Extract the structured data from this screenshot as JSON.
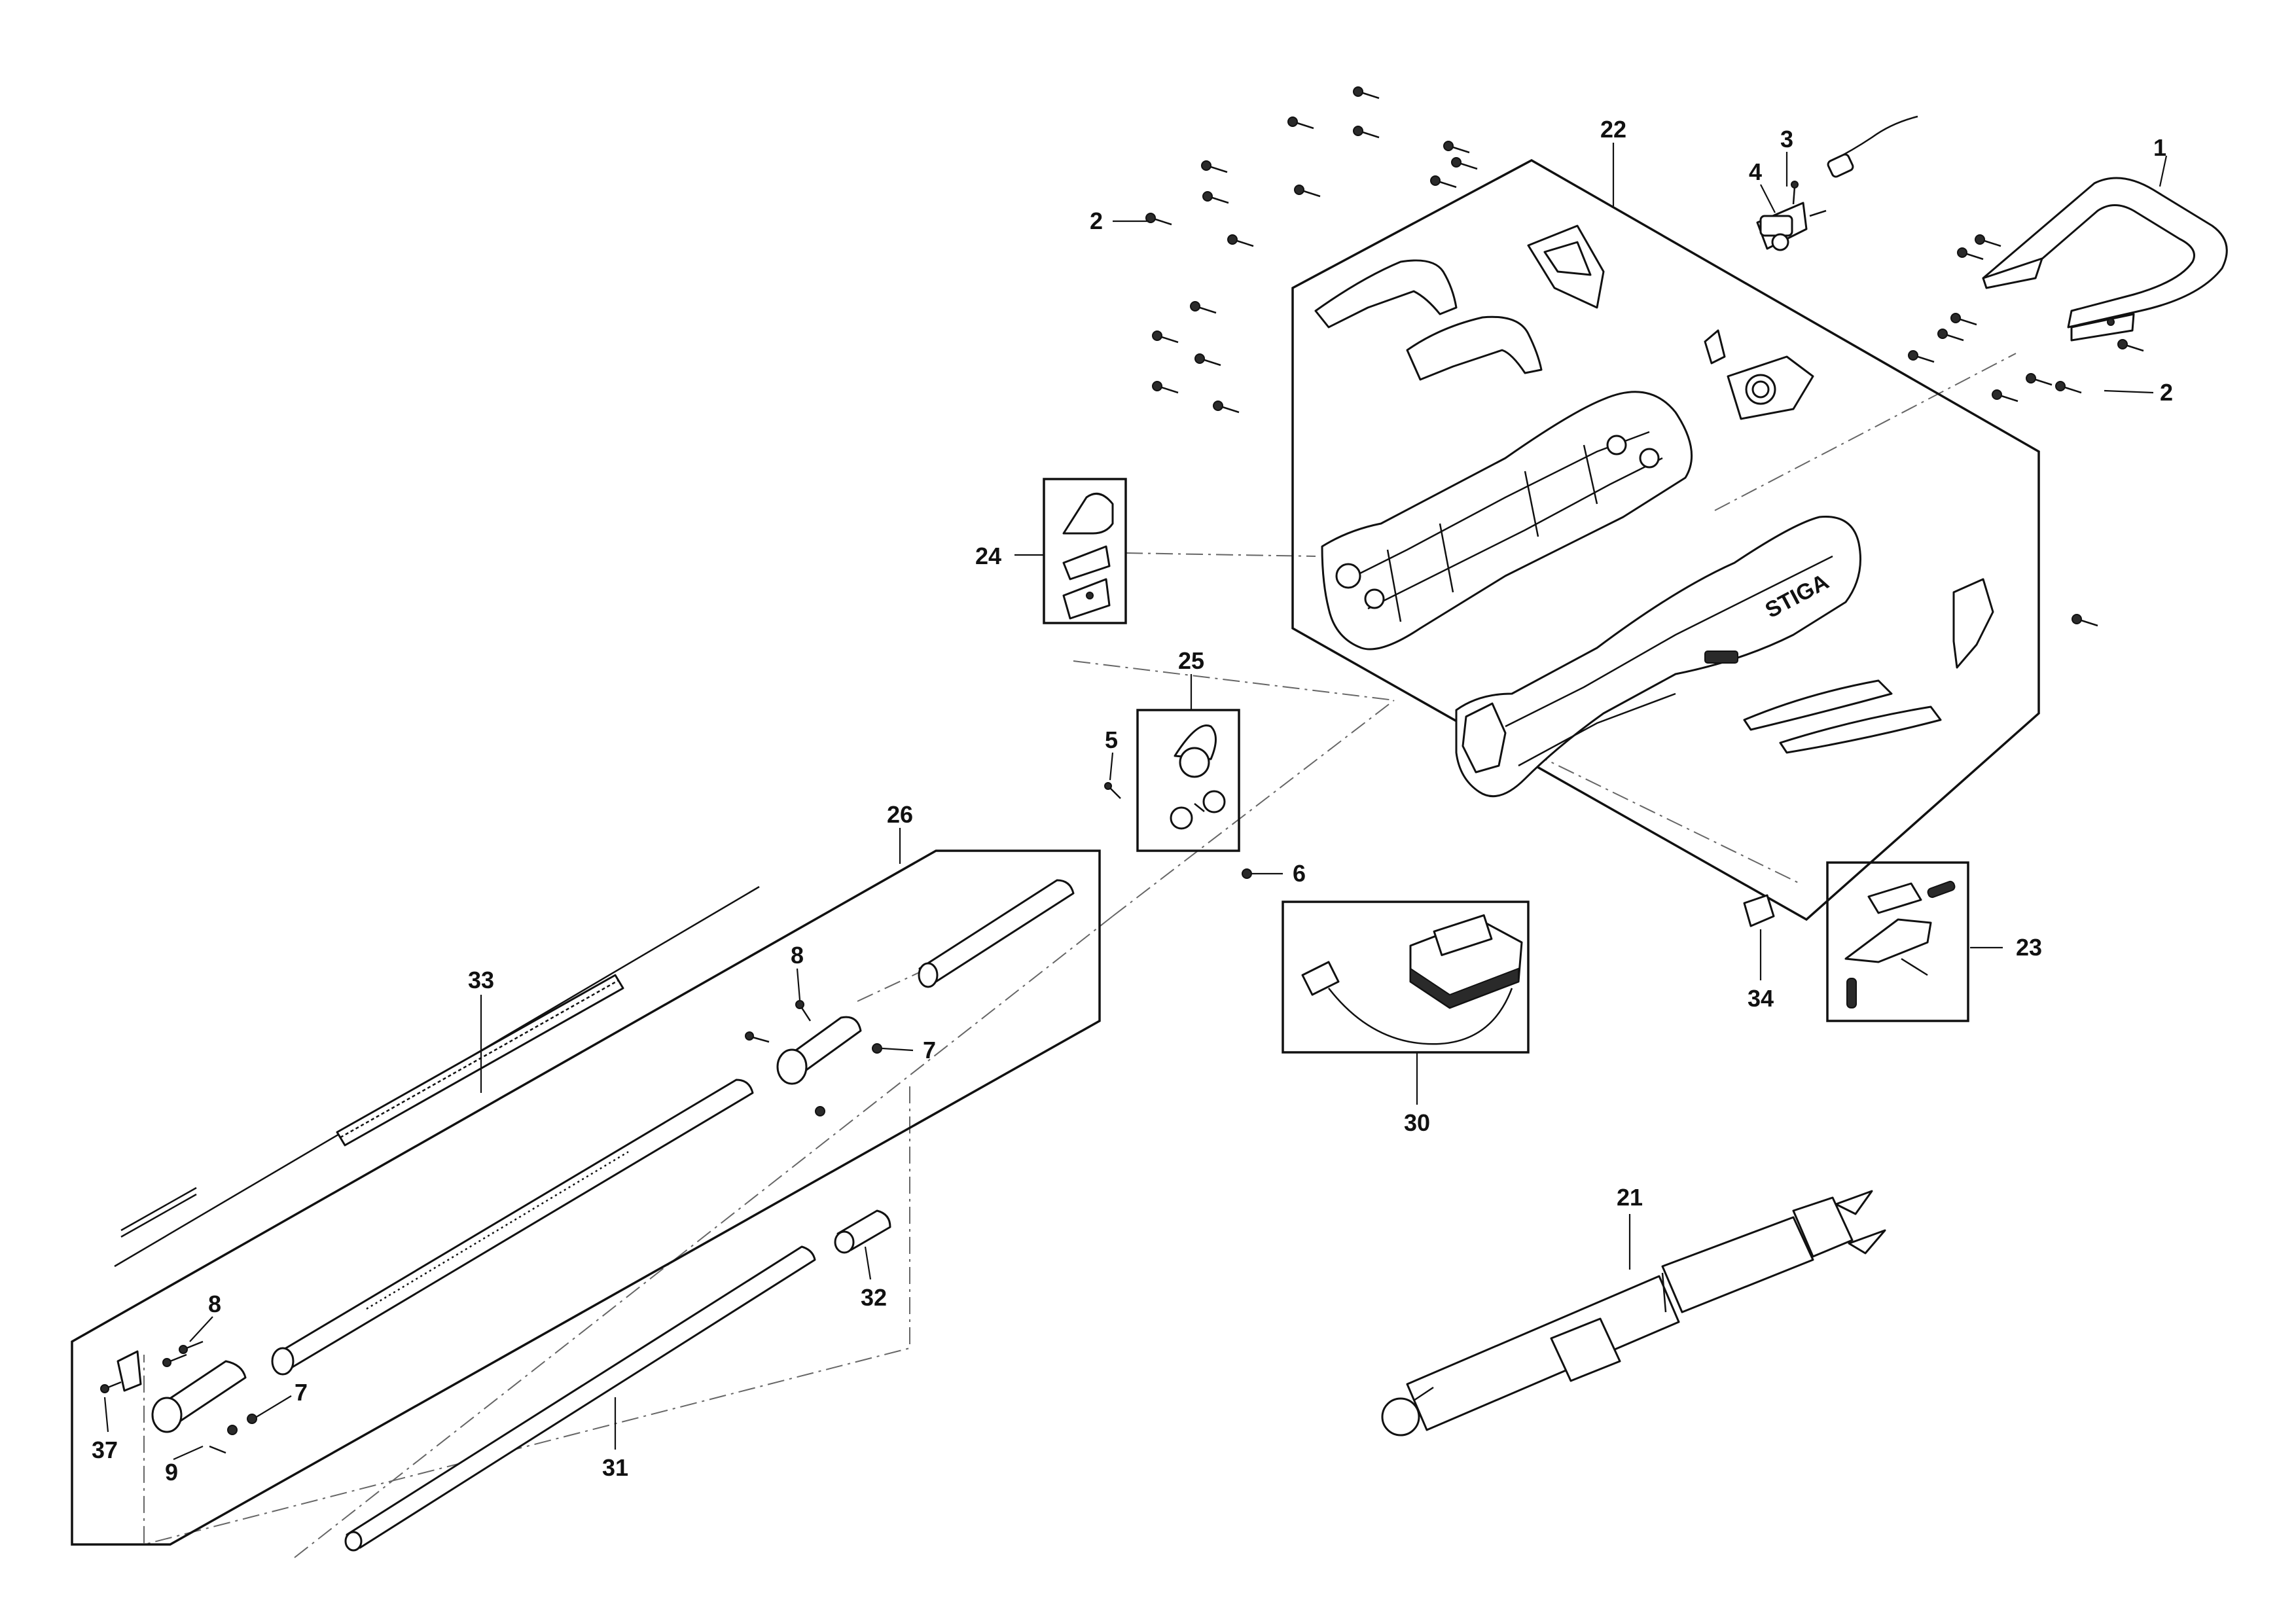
{
  "brand_logo": "STIGA",
  "callouts": [
    {
      "id": "1",
      "label": "1"
    },
    {
      "id": "2a",
      "label": "2"
    },
    {
      "id": "2b",
      "label": "2"
    },
    {
      "id": "3",
      "label": "3"
    },
    {
      "id": "4",
      "label": "4"
    },
    {
      "id": "5",
      "label": "5"
    },
    {
      "id": "6",
      "label": "6"
    },
    {
      "id": "7a",
      "label": "7"
    },
    {
      "id": "7b",
      "label": "7"
    },
    {
      "id": "8a",
      "label": "8"
    },
    {
      "id": "8b",
      "label": "8"
    },
    {
      "id": "9",
      "label": "9"
    },
    {
      "id": "21",
      "label": "21"
    },
    {
      "id": "22",
      "label": "22"
    },
    {
      "id": "23",
      "label": "23"
    },
    {
      "id": "24",
      "label": "24"
    },
    {
      "id": "25",
      "label": "25"
    },
    {
      "id": "26",
      "label": "26"
    },
    {
      "id": "30",
      "label": "30"
    },
    {
      "id": "31",
      "label": "31"
    },
    {
      "id": "32",
      "label": "32"
    },
    {
      "id": "33",
      "label": "33"
    },
    {
      "id": "34",
      "label": "34"
    },
    {
      "id": "37",
      "label": "37"
    }
  ]
}
